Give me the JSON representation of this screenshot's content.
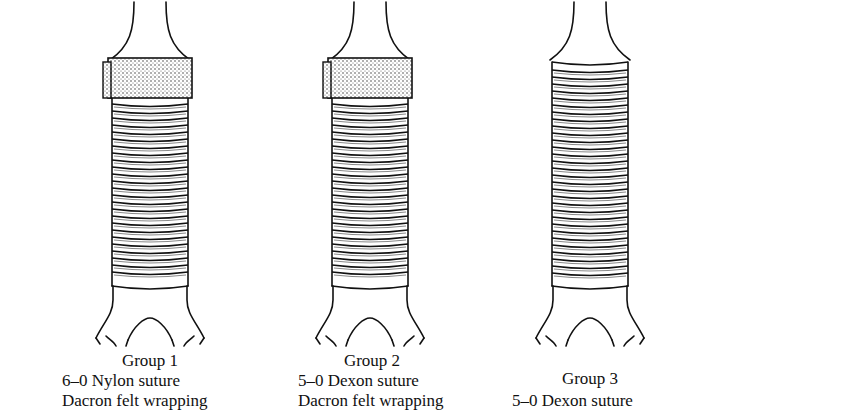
{
  "diagram": {
    "labels": [
      "Group 1",
      "6–0 Nylon suture",
      "Dacron felt wrapping",
      "Group 2",
      "5–0 Dexon suture",
      "Dacron felt wrapping",
      "Group 3",
      "5–0 Dexon suture"
    ]
  }
}
